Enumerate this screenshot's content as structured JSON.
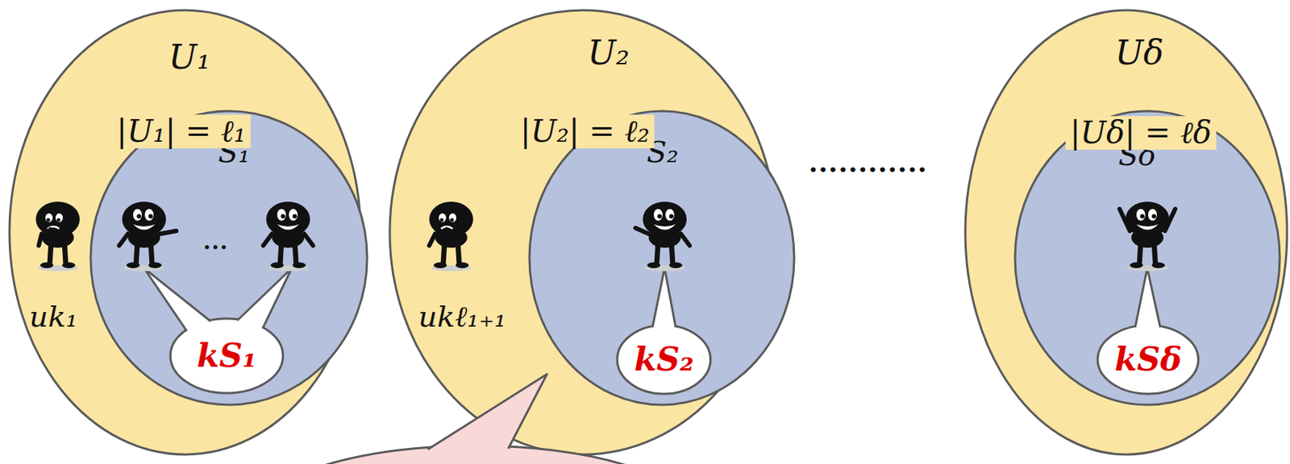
{
  "diagram": {
    "nodes": [
      {
        "text": [
          "U₁",
          "|U₁| = ℓ₁"
        ]
      },
      {
        "text": [
          "S₁"
        ],
        "in": 0
      },
      {
        "text": [
          "kS₁"
        ],
        "in": 1
      },
      {
        "text": [
          "U₂",
          "|U₂| = ℓ₂"
        ]
      },
      {
        "text": [
          "S₂"
        ],
        "in": 3
      },
      {
        "text": [
          "kS₂"
        ],
        "in": 4
      },
      {
        "text": [
          "Uδ",
          "|Uδ| = ℓδ"
        ]
      },
      {
        "text": [
          "Sδ"
        ],
        "in": 6
      },
      {
        "text": [
          "kSδ"
        ],
        "in": 7
      }
    ],
    "labels": [
      "uk₁",
      "...",
      "ukℓ₁₊₁",
      "............"
    ]
  }
}
